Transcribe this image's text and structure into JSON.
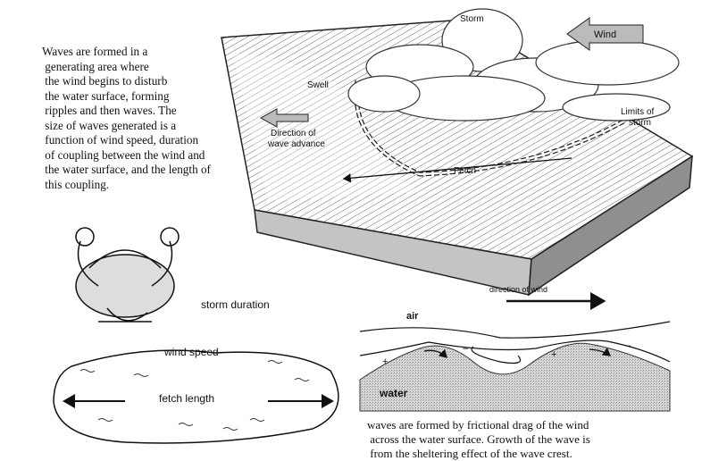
{
  "intro_text": "Waves are formed in a\n generating area where\n the wind begins to disturb\n the water surface, forming\n ripples and then waves. The\n size of waves generated is a\n function of wind speed, duration\n of coupling between the wind and\n the water surface, and the length of\n this coupling.",
  "block_diagram": {
    "storm": "Storm",
    "wind": "Wind",
    "swell": "Swell",
    "direction_line1": "Direction of",
    "direction_line2": "wave advance",
    "limits_line1": "Limits of",
    "limits_line2": "storm",
    "fetch": "Fetch"
  },
  "factors_diagram": {
    "storm_duration": "storm duration",
    "wind_speed": "wind speed",
    "fetch_length": "fetch length"
  },
  "wave_formation": {
    "direction_of_wind": "direction of wind",
    "air": "air",
    "water": "water",
    "plus": "+",
    "minus": "–",
    "caption": "waves are formed by frictional drag of the wind\n across the water surface. Growth of the wave is\n from the sheltering effect of the wave crest."
  }
}
